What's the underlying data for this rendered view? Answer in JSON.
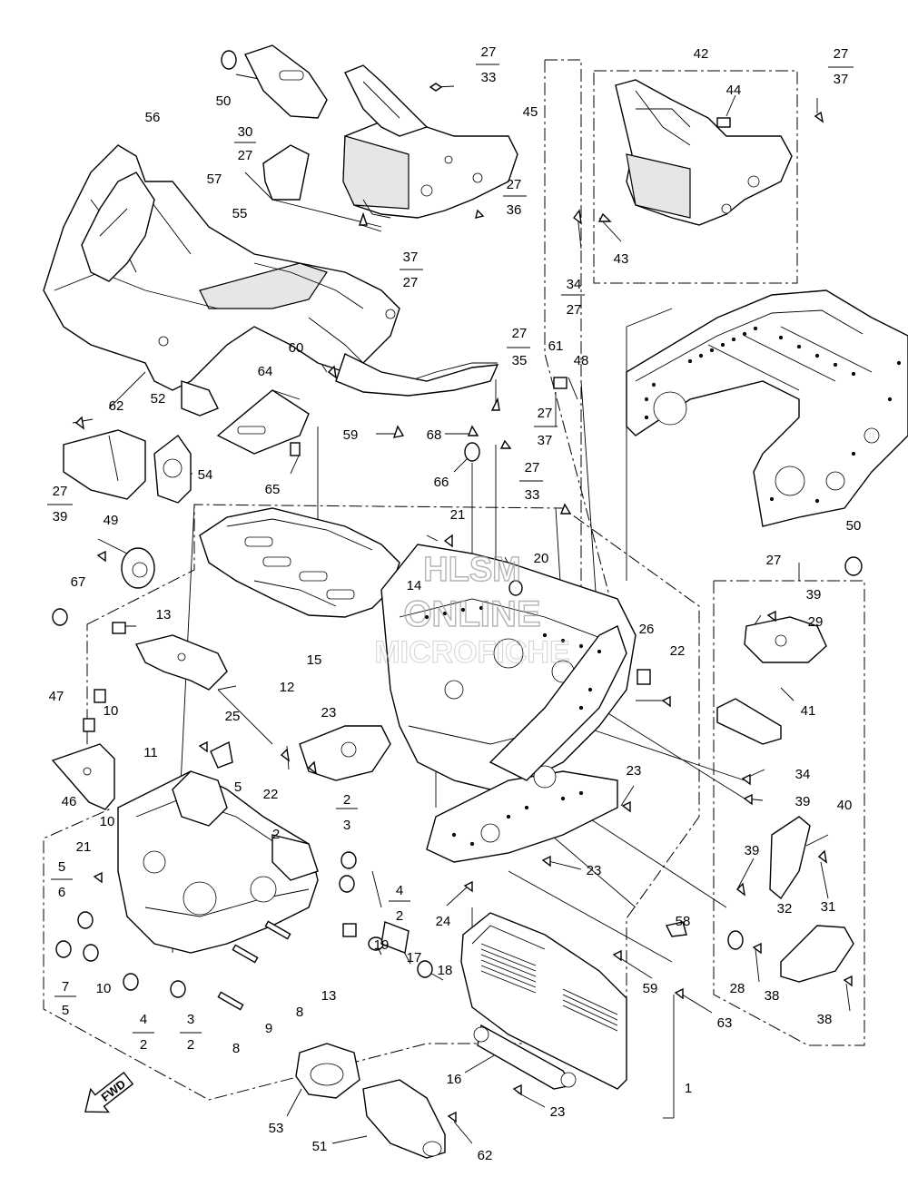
{
  "watermark": {
    "line1": "HLSM",
    "line2": "ONLINE",
    "line3": "MICROFICHE"
  },
  "direction_label": "FWD",
  "callouts": [
    {
      "id": "c50a",
      "text": "50"
    },
    {
      "id": "c30",
      "text": "30"
    },
    {
      "id": "c27_30",
      "text": "27"
    },
    {
      "id": "c56",
      "text": "56"
    },
    {
      "id": "c57",
      "text": "57"
    },
    {
      "id": "c55",
      "text": "55"
    },
    {
      "id": "c27_33a",
      "text": "27"
    },
    {
      "id": "c33a",
      "text": "33"
    },
    {
      "id": "c45",
      "text": "45"
    },
    {
      "id": "c27_36",
      "text": "27"
    },
    {
      "id": "c36",
      "text": "36"
    },
    {
      "id": "c37a",
      "text": "37"
    },
    {
      "id": "c27_37a",
      "text": "27"
    },
    {
      "id": "c42",
      "text": "42"
    },
    {
      "id": "c44",
      "text": "44"
    },
    {
      "id": "c27_37b",
      "text": "27"
    },
    {
      "id": "c37b",
      "text": "37"
    },
    {
      "id": "c43",
      "text": "43"
    },
    {
      "id": "c34a",
      "text": "34"
    },
    {
      "id": "c27_34",
      "text": "27"
    },
    {
      "id": "c60",
      "text": "60"
    },
    {
      "id": "c27_35",
      "text": "27"
    },
    {
      "id": "c35",
      "text": "35"
    },
    {
      "id": "c61",
      "text": "61"
    },
    {
      "id": "c48",
      "text": "48"
    },
    {
      "id": "c62a",
      "text": "62"
    },
    {
      "id": "c52",
      "text": "52"
    },
    {
      "id": "c64",
      "text": "64"
    },
    {
      "id": "c59a",
      "text": "59"
    },
    {
      "id": "c68",
      "text": "68"
    },
    {
      "id": "c27_37c",
      "text": "27"
    },
    {
      "id": "c37c",
      "text": "37"
    },
    {
      "id": "c54",
      "text": "54"
    },
    {
      "id": "c65",
      "text": "65"
    },
    {
      "id": "c66",
      "text": "66"
    },
    {
      "id": "c27_33b",
      "text": "27"
    },
    {
      "id": "c33b",
      "text": "33"
    },
    {
      "id": "c27_39a",
      "text": "27"
    },
    {
      "id": "c39a",
      "text": "39"
    },
    {
      "id": "c49",
      "text": "49"
    },
    {
      "id": "c21a",
      "text": "21"
    },
    {
      "id": "c20",
      "text": "20"
    },
    {
      "id": "c14",
      "text": "14"
    },
    {
      "id": "c50b",
      "text": "50"
    },
    {
      "id": "c27_right",
      "text": "27"
    },
    {
      "id": "c67",
      "text": "67"
    },
    {
      "id": "c13a",
      "text": "13"
    },
    {
      "id": "c15",
      "text": "15"
    },
    {
      "id": "c39b",
      "text": "39"
    },
    {
      "id": "c29",
      "text": "29"
    },
    {
      "id": "c26",
      "text": "26"
    },
    {
      "id": "c22a",
      "text": "22"
    },
    {
      "id": "c12",
      "text": "12"
    },
    {
      "id": "c47",
      "text": "47"
    },
    {
      "id": "c10a",
      "text": "10"
    },
    {
      "id": "c11",
      "text": "11"
    },
    {
      "id": "c25",
      "text": "25"
    },
    {
      "id": "c23a",
      "text": "23"
    },
    {
      "id": "c41",
      "text": "41"
    },
    {
      "id": "c22b",
      "text": "22"
    },
    {
      "id": "c46",
      "text": "46"
    },
    {
      "id": "c5a",
      "text": "5"
    },
    {
      "id": "c34b",
      "text": "34"
    },
    {
      "id": "c23b",
      "text": "23"
    },
    {
      "id": "c39c",
      "text": "39"
    },
    {
      "id": "c40",
      "text": "40"
    },
    {
      "id": "c10b",
      "text": "10"
    },
    {
      "id": "c2a",
      "text": "2"
    },
    {
      "id": "c3a",
      "text": "3"
    },
    {
      "id": "c2b",
      "text": "2"
    },
    {
      "id": "c21b",
      "text": "21"
    },
    {
      "id": "c39d",
      "text": "39"
    },
    {
      "id": "c5b",
      "text": "5"
    },
    {
      "id": "c6",
      "text": "6"
    },
    {
      "id": "c23c",
      "text": "23"
    },
    {
      "id": "c24",
      "text": "24"
    },
    {
      "id": "c4a",
      "text": "4"
    },
    {
      "id": "c2c",
      "text": "2"
    },
    {
      "id": "c31",
      "text": "31"
    },
    {
      "id": "c32",
      "text": "32"
    },
    {
      "id": "c58",
      "text": "58"
    },
    {
      "id": "c19",
      "text": "19"
    },
    {
      "id": "c17",
      "text": "17"
    },
    {
      "id": "c18",
      "text": "18"
    },
    {
      "id": "c7",
      "text": "7"
    },
    {
      "id": "c5c",
      "text": "5"
    },
    {
      "id": "c10c",
      "text": "10"
    },
    {
      "id": "c13b",
      "text": "13"
    },
    {
      "id": "c8a",
      "text": "8"
    },
    {
      "id": "c59b",
      "text": "59"
    },
    {
      "id": "c28",
      "text": "28"
    },
    {
      "id": "c38a",
      "text": "38"
    },
    {
      "id": "c9",
      "text": "9"
    },
    {
      "id": "c63",
      "text": "63"
    },
    {
      "id": "c38b",
      "text": "38"
    },
    {
      "id": "c4b",
      "text": "4"
    },
    {
      "id": "c2d",
      "text": "2"
    },
    {
      "id": "c3b",
      "text": "3"
    },
    {
      "id": "c2e",
      "text": "2"
    },
    {
      "id": "c8b",
      "text": "8"
    },
    {
      "id": "c16",
      "text": "16"
    },
    {
      "id": "c1",
      "text": "1"
    },
    {
      "id": "c23d",
      "text": "23"
    },
    {
      "id": "c53",
      "text": "53"
    },
    {
      "id": "c51",
      "text": "51"
    },
    {
      "id": "c62b",
      "text": "62"
    }
  ]
}
